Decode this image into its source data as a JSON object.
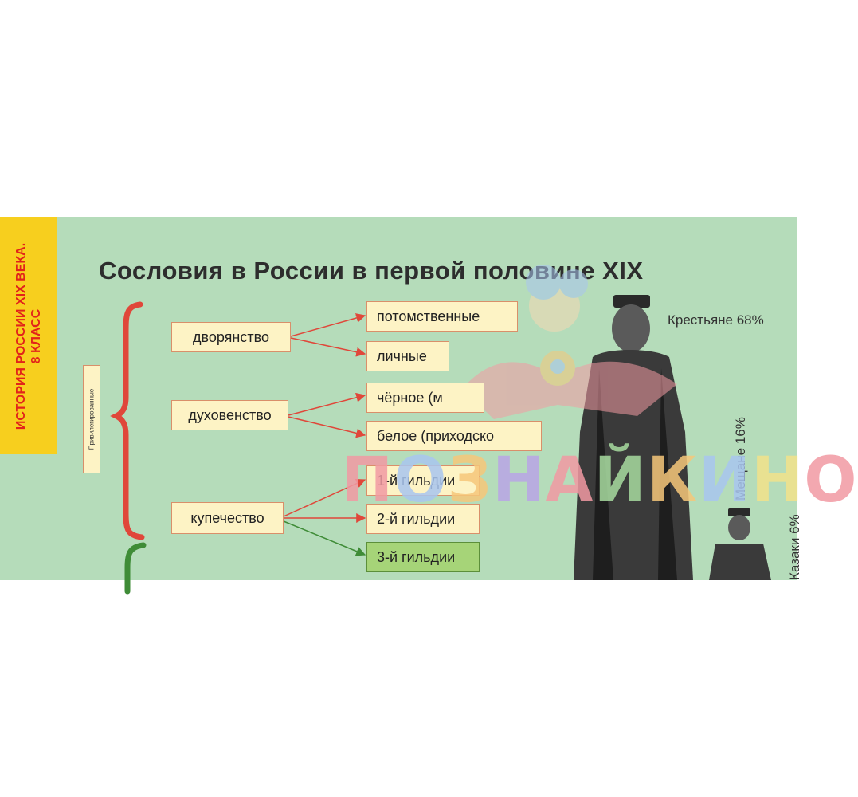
{
  "sidebar": {
    "line1": "ИСТОРИЯ РОССИИ XIX ВЕКА.",
    "line2": "8 КЛАСС"
  },
  "title": "Сословия в России в первой половине XIX",
  "group_label": "Привилегированные",
  "estates": {
    "nobility": "дворянство",
    "clergy": "духовенство",
    "merchants": "купечество"
  },
  "subgroups": {
    "hereditary": "потомственные",
    "personal": "личные",
    "black_clergy": "чёрное (м",
    "white_clergy": "белое (приходско",
    "guild1": "1-й гильдии",
    "guild2": "2-й гильдии",
    "guild3": "3-й гильдии"
  },
  "percentages": {
    "peasants": "Крестьяне 68%",
    "townspeople": "Мещане 16%",
    "cossacks": "Казаки 6%"
  },
  "watermark": {
    "text": "ПОЗНАЙКИНО",
    "colors": [
      "#f29aa3",
      "#a9c6f0",
      "#f6c77a",
      "#b9a5e6",
      "#f29aa3",
      "#a8dca0",
      "#f6c77a",
      "#a9c6f0",
      "#f3e38a",
      "#f29aa3"
    ]
  },
  "colors": {
    "background": "#b5dcba",
    "sidebar": "#f7cf1e",
    "privileged_brace": "#e0473a",
    "unprivileged_brace": "#3f8c37",
    "arrow_red": "#e0473a",
    "arrow_green": "#3f8c37"
  }
}
